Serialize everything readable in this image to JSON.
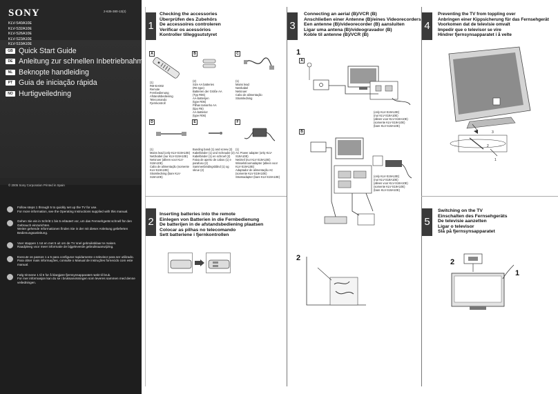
{
  "cover": {
    "brand": "SONY",
    "doc_number": "2-635-380-13(2)",
    "models": [
      "KLV-S40A10E",
      "KLV-S32A10E",
      "KLV-S26A10E",
      "KLV-S23A10E",
      "KLV-S19A10E"
    ],
    "languages": [
      {
        "code": "GB",
        "title": "Quick Start Guide"
      },
      {
        "code": "DE",
        "title": "Anleitung zur schnellen Inbetriebnahme"
      },
      {
        "code": "NL",
        "title": "Beknopte handleiding"
      },
      {
        "code": "PT",
        "title": "Guia de iniciação rápida"
      },
      {
        "code": "NO",
        "title": "Hurtigveiledning"
      }
    ],
    "copyright": "© 2005 Sony Corporation    Printed in Spain",
    "step_notes": [
      "Follow steps 1 through 5 to quickly set up the TV for use.\nFor more information, see the Operating Instructions supplied with this manual.",
      "Gehen Sie ein in Schritt 1 bis 5 erläutert vor, um das Fernsehgerät schnell für den Gebrauch einzurichten.\nWeiter gehende Informationen finden Sie in der mit dieser Anleitung gelieferten Bedienungsanleitung.",
      "Voer stappen 1 tot en met 5 uit om de TV snel gebruiksklaar te maken.\nRaadpleeg voor meer informatie de bijgeleverde gebruiksaanwijzing.",
      "Execute os passos 1 a 5 para configurar rapidamente o televisor para ser utilizado.\nPara obter mais informações, consulte o Manual de instruções fornecido com este manual.",
      "Følg trinnene 1 til 5 for å klargjøre fjernsynsapparatet raskt til bruk.\nFor mer informasjon kan du se i bruksanvisningen som leveres sammen med denne veiledningen."
    ]
  },
  "step1": {
    "number": "1",
    "heading": [
      "Checking the accessories",
      "Überprüfen des Zubehörs",
      "De accessoires controleren",
      "Verificar os acessórios",
      "Kontroller tilleggsutstyret"
    ],
    "items": [
      {
        "label": "A",
        "text": "(1)\nRM-EA002\nRemote\nFernbedienung\nAfstandsbediening\nTelecomando\nFjernkontroll"
      },
      {
        "label": "B",
        "text": "(2)\nSize AA batteries\n(R6 type)\nBatterien der Größe AA\n(Typ R06)\nAA-batterijen\n(type R06)\nPilhas tamanho AA\n(tipo R6)\nAA-batterier\n(type R06)"
      },
      {
        "label": "C",
        "text": "(1)\nMains lead\nNetzkabel\nNetsnoer\nCabo de alimentação\nStrømledning"
      },
      {
        "label": "D",
        "text": "(1)\nMains lead (only KLV-S19A10E)\nNetzkabel (nur KLV-S19A10E)\nNetsnoer (alleen voor KLV-\nS19A10E)\nCabo de alimentação (somente\nKLV-S19A10E)\nStrømledning (bare KLV-\nS19A10E)"
      },
      {
        "label": "E",
        "text": "Bunding band (1) and screw (2)\nKabelbinder (1) und Schraube (2)\nKabelbinder (1) en schroef (2)\nFaixa de aperto de cabos (1) e\nparafuso (2)\nSammenbindingsbånd (1) og\nskrue (2)"
      },
      {
        "label": "F",
        "text": "(1)\nAC Power adapter (only KLV-\nS19A10E)\nNetzteil (nur KLV-S19A10E)\nWisselstroomadapter (alleen voor\nKLV-S19A10E)\nAdaptador de alimentação AC\n(somente KLV-S19A10E)\nStrømadapter (bare KLV-S19A10E)"
      }
    ]
  },
  "step2": {
    "number": "2",
    "heading": [
      "Inserting batteries into the remote",
      "Einlegen von Batterien in die Fernbedienung",
      "De batterijen in de afstandsbediening plaatsen",
      "Colocar as pilhas no telecomando",
      "Sett batteriene i fjernkontrollen"
    ]
  },
  "step3": {
    "number": "3",
    "heading": [
      "Connecting an aerial (B)/VCR (B)",
      "Anschließen einer Antenne (B)/eines Videorecorders (B)",
      "Een antenne (B)/videorecorder (B) aansluiten",
      "Ligar uma antena (B)/videogravador (B)",
      "Koble til antenne (B)/VCR (B)"
    ],
    "sub1": "1",
    "sub2": "2",
    "panelA": "A",
    "panelB": "B",
    "note": "(only KLV-S19A10E)\n(nur KLV-S19A10E)\n(alleen voor KLV-S19A10E)\n(somente KLV-S19A10E)\n(bare KLV-S19A10E)",
    "note2": "(only KLV-S19A10E)\n(nur KLV-S19A10E)\n(alleen voor KLV-S19A10E)\n(somente KLV-S19A10E)\n(bare KLV-S19A10E)"
  },
  "step4": {
    "number": "4",
    "heading": [
      "Preventing the TV from toppling over",
      "Anbringen einer Kippsicherung für das Fernsehgerät",
      "Voorkomen dat de televisie omvalt",
      "Impedir que o televisor se vire",
      "Hindrer fjernsynsapparatet i å velte"
    ],
    "callouts": [
      "3",
      "2",
      "1"
    ]
  },
  "step5": {
    "number": "5",
    "heading": [
      "Switching on the TV",
      "Einschalten des Fernsehgeräts",
      "De televisie aanzetten",
      "Ligar o televisor",
      "Slå på fjernsynsapparatet"
    ],
    "callouts": [
      "2",
      "1"
    ]
  },
  "colors": {
    "panel": "#262626",
    "accent": "#3a3a3a"
  }
}
